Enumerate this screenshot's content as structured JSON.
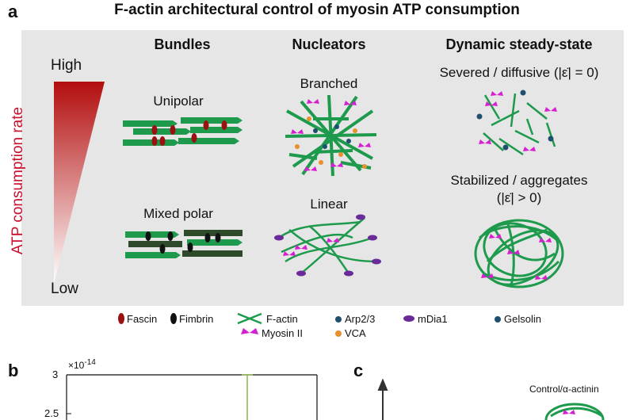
{
  "title": "F-actin architectural control of myosin ATP consumption",
  "panels": {
    "a": "a",
    "b": "b",
    "c": "c"
  },
  "gradient": {
    "high": "High",
    "low": "Low",
    "axis_label": "ATP consumption rate"
  },
  "columns": {
    "bundles": "Bundles",
    "nucleators": "Nucleators",
    "dynamic": "Dynamic steady-state"
  },
  "labels": {
    "unipolar": "Unipolar",
    "mixed_polar": "Mixed polar",
    "branched": "Branched",
    "linear": "Linear",
    "severed": "Severed / diffusive (|ε̇| = 0)",
    "stabilized_line1": "Stabilized / aggregates",
    "stabilized_line2": "(|ε̇| > 0)"
  },
  "legend": {
    "fascin": "Fascin",
    "fimbrin": "Fimbrin",
    "factin": "F-actin",
    "myosin": "Myosin II",
    "arp23": "Arp2/3",
    "vca": "VCA",
    "mdia1": "mDia1",
    "gelsolin": "Gelsolin"
  },
  "panel_b": {
    "scale": "×10",
    "exponent": "-14",
    "tick_3": "3",
    "tick_25": "2.5"
  },
  "panel_c": {
    "label": "Control/α-actinin"
  },
  "colors": {
    "actin": "#1e9a4c",
    "actin_dark": "#2e4a2a",
    "myosin": "#d61fd0",
    "fascin": "#9b1010",
    "fimbrin": "#111111",
    "arp23": "#1f4f6e",
    "vca": "#e8902a",
    "mdia1": "#6a2a9a",
    "gradient_top": "#b30d0d"
  },
  "icons": [
    "myosin-icon",
    "fascin-icon",
    "fimbrin-icon",
    "actin-icon",
    "arp23-icon",
    "vca-icon",
    "mdia1-icon",
    "gelsolin-icon",
    "up-arrow-icon"
  ]
}
